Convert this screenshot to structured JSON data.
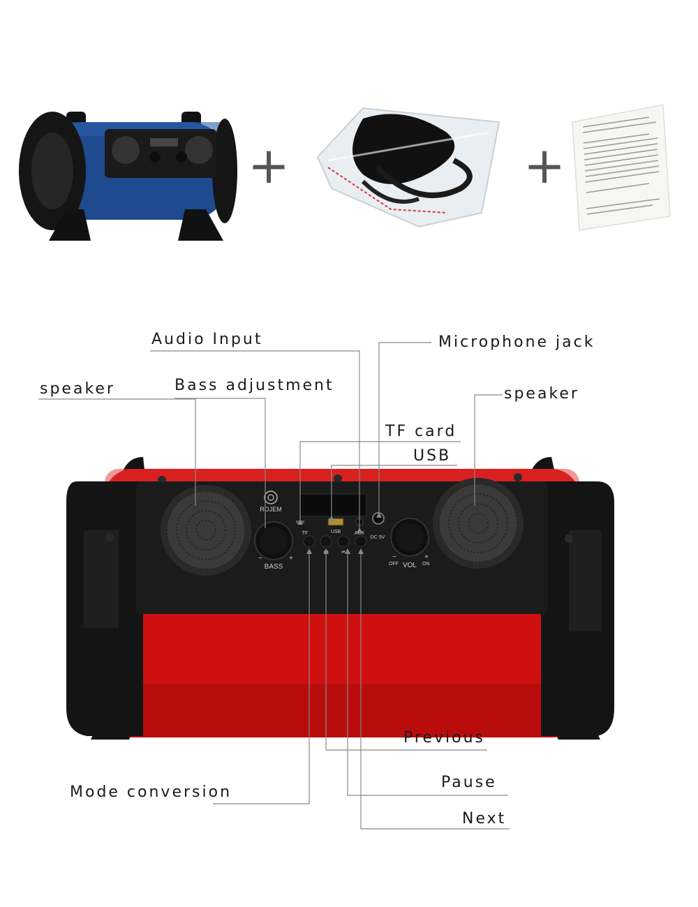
{
  "bundle": {
    "items": [
      "speaker-unit",
      "cable-pack",
      "instruction-manual"
    ],
    "plus_symbol": "+"
  },
  "product": {
    "body_color": "#d01010",
    "panel_color": "#1b1b1b",
    "frame_color": "#141414",
    "bundle_body_color": "#1f4a8f",
    "brand": "ROJEM",
    "controls": {
      "tf": "TF",
      "usb": "USB",
      "aux": "AUX",
      "dc": "DC 5V",
      "bass": "BASS",
      "vol": "VOL",
      "minus": "−",
      "plus": "+",
      "off": "OFF",
      "on": "ON",
      "prev_glyph": "⏮",
      "playpause_glyph": "⏯"
    }
  },
  "callouts": {
    "audio_input": "Audio Input",
    "microphone_jack": "Microphone jack",
    "speaker_left": "speaker",
    "bass_adjustment": "Bass adjustment",
    "speaker_right": "speaker",
    "tf_card": "TF card",
    "usb": "USB",
    "previous": "Previous",
    "pause": "Pause",
    "next": "Next",
    "mode_conversion": "Mode conversion"
  }
}
